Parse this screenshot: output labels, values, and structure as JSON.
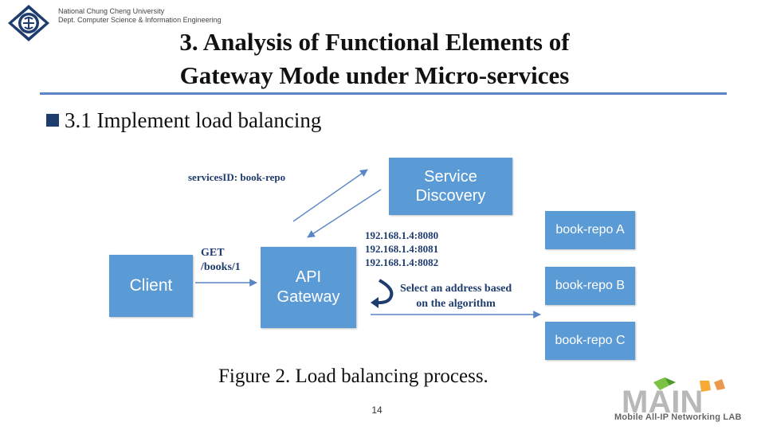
{
  "header": {
    "university": "National Chung Cheng University",
    "department": "Dept. Computer Science & Information Engineering",
    "title_line1": "3. Analysis of Functional Elements of",
    "title_line2": "Gateway Mode under Micro-services"
  },
  "bullet": {
    "text": "3.1 Implement load balancing"
  },
  "diagram": {
    "service_discovery_line1": "Service",
    "service_discovery_line2": "Discovery",
    "gateway_line1": "API",
    "gateway_line2": "Gateway",
    "client": "Client",
    "repos": [
      "book-repo A",
      "book-repo B",
      "book-repo C"
    ],
    "service_id_label": "servicesID:  book-repo",
    "request_line1": "GET",
    "request_line2": "/books/1",
    "addresses": [
      "192.168.1.4:8080",
      "192.168.1.4:8081",
      "192.168.1.4:8082"
    ],
    "select_line1": "Select an address based",
    "select_line2": "on the algorithm",
    "colors": {
      "box": "#5b9bd5",
      "arrow": "#5b86c5",
      "label": "#1f3c6e"
    }
  },
  "caption": "Figure 2.  Load balancing process.",
  "page_number": "14",
  "lab_logo": {
    "letters": "MAIN",
    "subtitle": "Mobile All-IP Networking LAB"
  }
}
